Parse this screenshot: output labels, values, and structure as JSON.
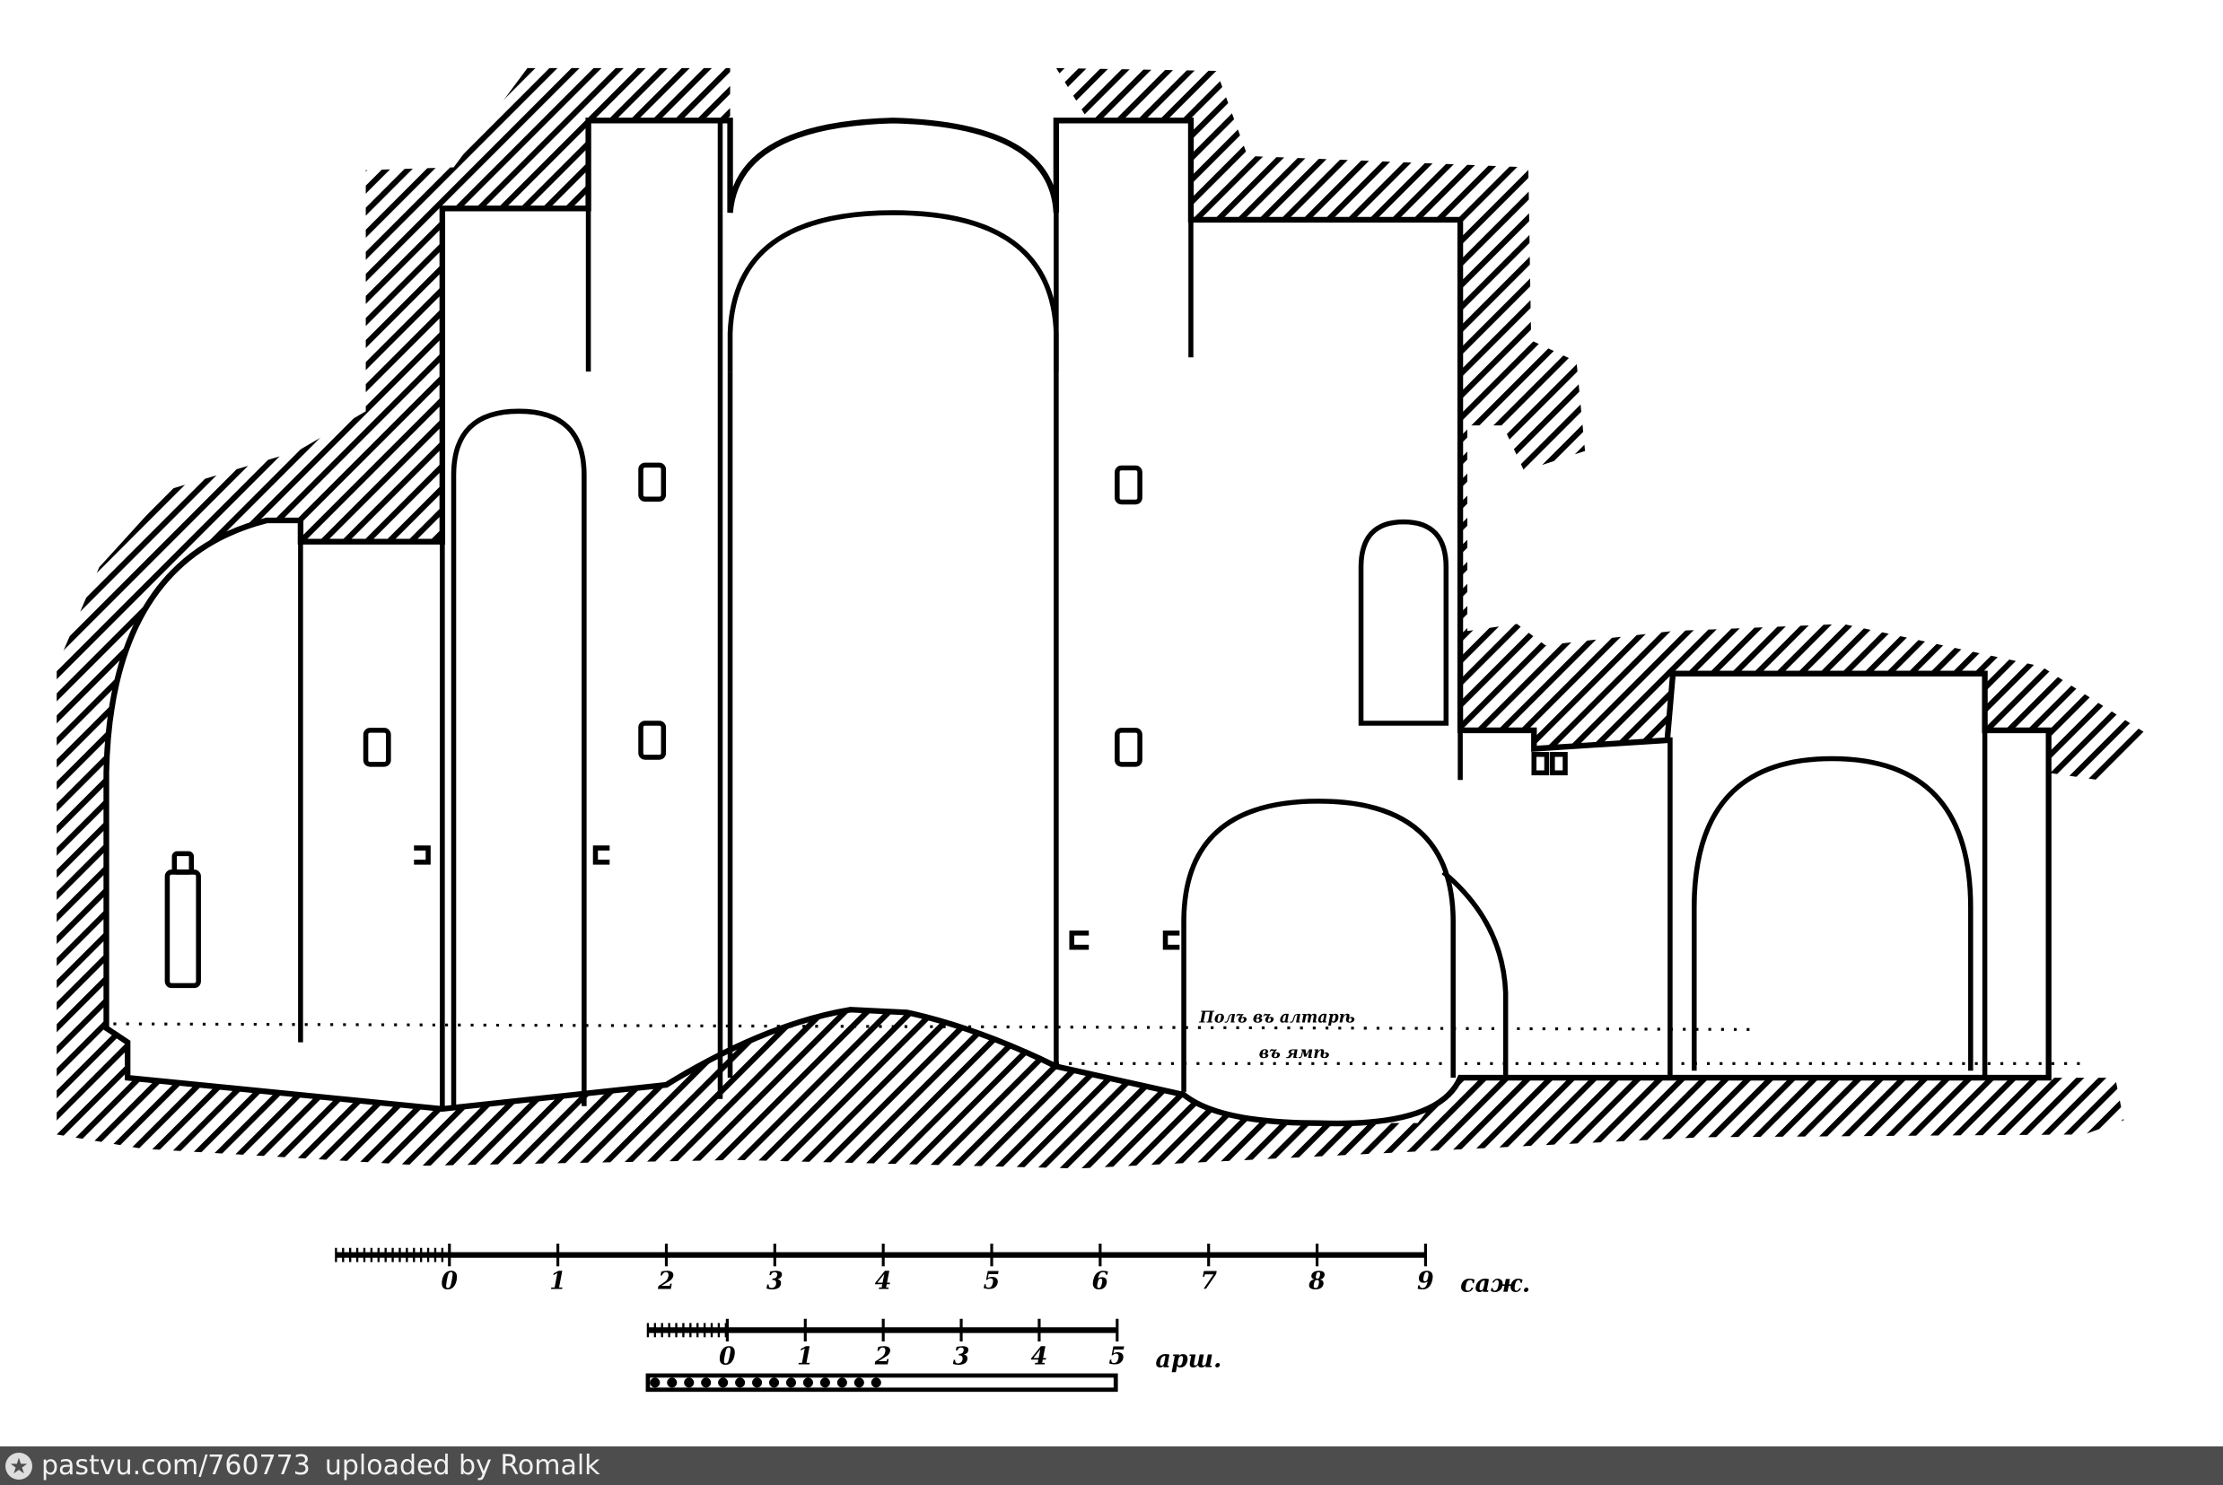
{
  "drawing": {
    "title": "Architectural section of a church",
    "annotation_line1": "Полъ въ алтарѣ",
    "annotation_line2": "въ ямѣ"
  },
  "scales": [
    {
      "labels": [
        "0",
        "1",
        "2",
        "3",
        "4",
        "5",
        "6",
        "7",
        "8",
        "9"
      ],
      "unit": "саж."
    },
    {
      "labels": [
        "0",
        "1",
        "2",
        "3",
        "4",
        "5"
      ],
      "unit": "арш."
    }
  ],
  "footer": {
    "icon": "pastvu-logo-icon",
    "link": "pastvu.com/760773",
    "uploader": "uploaded by Romalk"
  }
}
